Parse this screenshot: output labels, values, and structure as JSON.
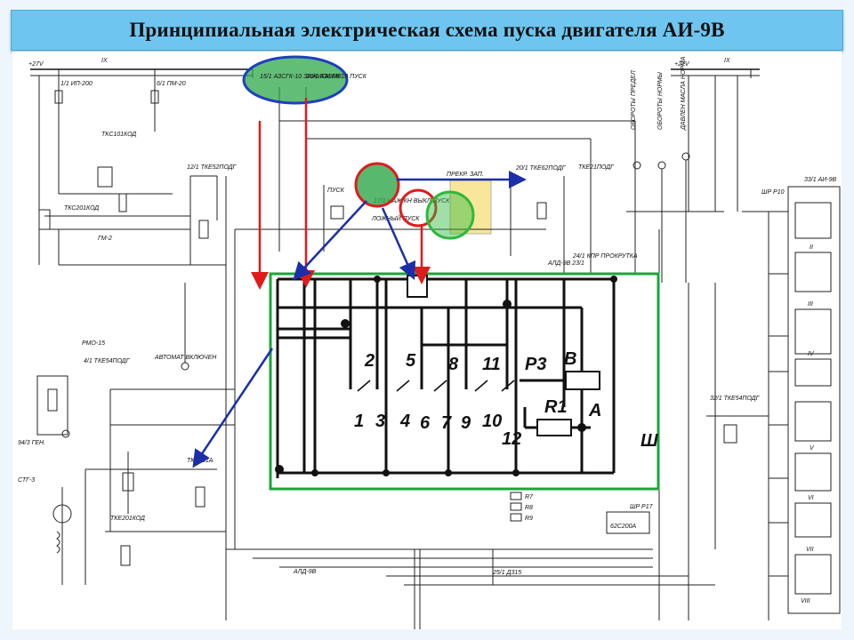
{
  "title": "Принципиальная электрическая схема пуска двигателя АИ-9В",
  "labels": {
    "v27_left": "+27V",
    "bus_left": "IX",
    "v27_right": "+27V",
    "bus_right": "IX",
    "ip200": "1/1 ИП-200",
    "pm20": "6/1 ПМ-20",
    "azsgk_zazh": "15/1 АЗСГК-10 ЗАЖИГАНИЕ",
    "azsgk_pusk": "16/1 АЗСГК-10 ПУСК",
    "tks101kod": "ТКС101КОД",
    "tke52podg_12": "12/1 ТКЕ52ПОДГ",
    "tks201kod": "ТКС201КОД",
    "gm2": "ГМ-2",
    "pusk": "ПУСК",
    "nazh_kn": "17/1 НАЖ.КН ВЫКЛ ПУСК",
    "lozhny_pusk": "ЛОЖНЫЙ ПУСК",
    "prekr": "ПРЕКР. ЗАП.",
    "tke62podg": "20/1 ТКЕ62ПОДГ",
    "tke21podg": "ТКЕ21ПОДГ",
    "ald9v_23": "АЛД-9В 23/1",
    "prokrutka": "24/1 КПР ПРОКРУТКА",
    "oboroty": "ОБОРОТЫ ПРЕДЕЛ",
    "oboroty_normy": "ОБОРОТЫ НОРМЫ",
    "davlenie": "ДАВЛЕН МАСЛА НОРМА",
    "rmo15": "РМО-15",
    "tke54podg": "4/1 ТКЕ54ПОДГ",
    "gen": "94/3 ГЕН.",
    "stg3": "СТГ-3",
    "tke201kod": "ТКЕ201КОД",
    "avtomat": "АВТОМАТ ВКЛЮЧЕН",
    "tke101a": "ТКЕ101А",
    "ald9v": "АЛД-9В",
    "d315": "25/1 Д315",
    "sh_p10": "ШР Р10",
    "ai9v": "33/1 АИ-9В",
    "sh_p17": "ШР Р17",
    "box_62s": "62С200А",
    "tke54podg_32": "32/1 ТКЕ54ПОДГ",
    "roman": [
      "II",
      "III",
      "IV",
      "V",
      "VI",
      "VII",
      "VIII"
    ],
    "r7": "R7",
    "r8": "R8",
    "r9": "R9"
  },
  "inset": {
    "top_numbers": [
      "2",
      "5",
      "8",
      "11"
    ],
    "bottom_numbers": [
      "1",
      "3",
      "4",
      "6",
      "7",
      "9",
      "10",
      "12"
    ],
    "p3": "P3",
    "b": "B",
    "r1": "R1",
    "a": "A",
    "sh": "Ш"
  },
  "colors": {
    "title_bg": "#6ec6f0",
    "inset_border": "#1aa53a",
    "ellipse_stroke": "#1f3fbf",
    "ellipse_fill": "#2ea84a",
    "red_circle": "#e01b1b",
    "green_circle": "#2db83c",
    "arrow_red": "#e01b1b",
    "arrow_blue": "#1c2fa8"
  }
}
